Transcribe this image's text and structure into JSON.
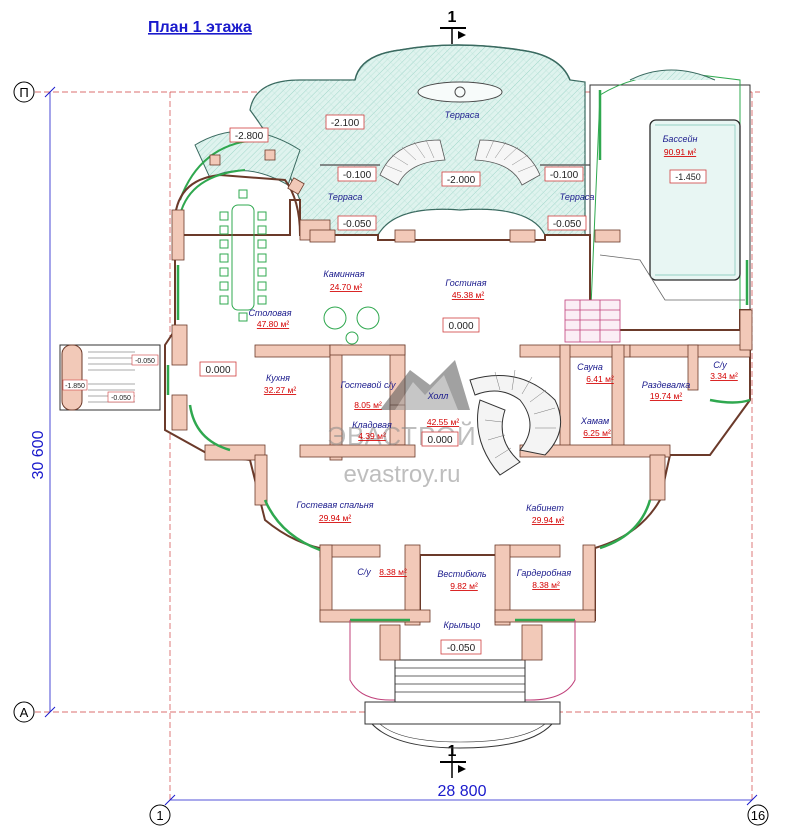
{
  "title": "План 1 этажа",
  "section_mark": "1",
  "axes": {
    "top": "П",
    "bottom": "А",
    "left": "1",
    "right": "16"
  },
  "dimensions": {
    "width": "28 800",
    "height": "30 600"
  },
  "watermark": {
    "brand": "ЭВАСТРОЙ",
    "site": "evastroy.ru"
  },
  "rooms": [
    {
      "name": "Терраса",
      "area": ""
    },
    {
      "name": "Терраса",
      "area": ""
    },
    {
      "name": "Терраса",
      "area": ""
    },
    {
      "name": "Бассейн",
      "area": "90.91 м²"
    },
    {
      "name": "Столовая",
      "area": "47.80 м²"
    },
    {
      "name": "Каминная",
      "area": "24.70 м²"
    },
    {
      "name": "Гостиная",
      "area": "45.38 м²"
    },
    {
      "name": "Кухня",
      "area": "32.27 м²"
    },
    {
      "name": "Гостевой с/у",
      "area": "8.05 м²"
    },
    {
      "name": "Кладовая",
      "area": "4.39 м²"
    },
    {
      "name": "Холл",
      "area": "42.55 м²"
    },
    {
      "name": "Сауна",
      "area": "6.41 м²"
    },
    {
      "name": "Хамам",
      "area": "6.25 м²"
    },
    {
      "name": "Раздевалка",
      "area": "19.74 м²"
    },
    {
      "name": "С/у",
      "area": "3.34 м²"
    },
    {
      "name": "Гостевая спальня",
      "area": "29.94 м²"
    },
    {
      "name": "Кабинет",
      "area": "29.94 м²"
    },
    {
      "name": "С/у",
      "area": "8.38 м²"
    },
    {
      "name": "Вестибюль",
      "area": "9.82 м²"
    },
    {
      "name": "Гардеробная",
      "area": "8.38 м²"
    },
    {
      "name": "Крыльцо",
      "area": ""
    }
  ],
  "levels": [
    "-2.800",
    "-2.100",
    "-0.100",
    "-2.000",
    "-0.100",
    "-0.050",
    "-0.050",
    "-1.450",
    "0.000",
    "0.000",
    "0.000",
    "-0.050",
    "-1.850",
    "-0.050",
    "-0.050"
  ],
  "colors": {
    "wall": "#f2c9b8",
    "wall_stroke": "#6b3a2a",
    "terrace": "#d8f0ea",
    "hatch": "#7ac4b4",
    "pool": "#dcf2ee",
    "window": "#2fa84f",
    "axis": "#d04040",
    "dim": "#1a1acc"
  }
}
